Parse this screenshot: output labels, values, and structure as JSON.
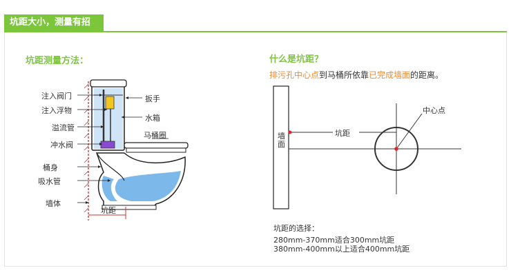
{
  "header": {
    "tag": "坑距大小，测量有招"
  },
  "left": {
    "title": "坑距测量方法：",
    "labels": {
      "fill_valve": "注入阀门",
      "float": "注入浮物",
      "overflow_pipe": "溢流管",
      "flush_valve": "冲水阀",
      "bowl": "桶身",
      "trapway": "吸水管",
      "wall": "墙体",
      "handle": "扳手",
      "tank": "水箱",
      "seat_ring": "马桶圈",
      "rough_in": "坑距"
    }
  },
  "right": {
    "title": "什么是坑距？",
    "desc_part1": "排污孔中心点",
    "desc_part2": "到马桶所依靠",
    "desc_part3": "已完成墙面",
    "desc_part4": "的距离。",
    "wall_label": "墙面",
    "distance_label": "坑距",
    "center_label": "中心点",
    "choice_title": "坑距的选择：",
    "choice_1": "280mm-370mm适合300mm坑距",
    "choice_2": "380mm-400mm以上适合400mm坑距"
  },
  "colors": {
    "green": "#7cc63c",
    "orange": "#f08a2c",
    "red": "#e0242c",
    "water": "#7db8ea",
    "purple": "#8a4ad0",
    "yellow": "#f2c61f"
  }
}
